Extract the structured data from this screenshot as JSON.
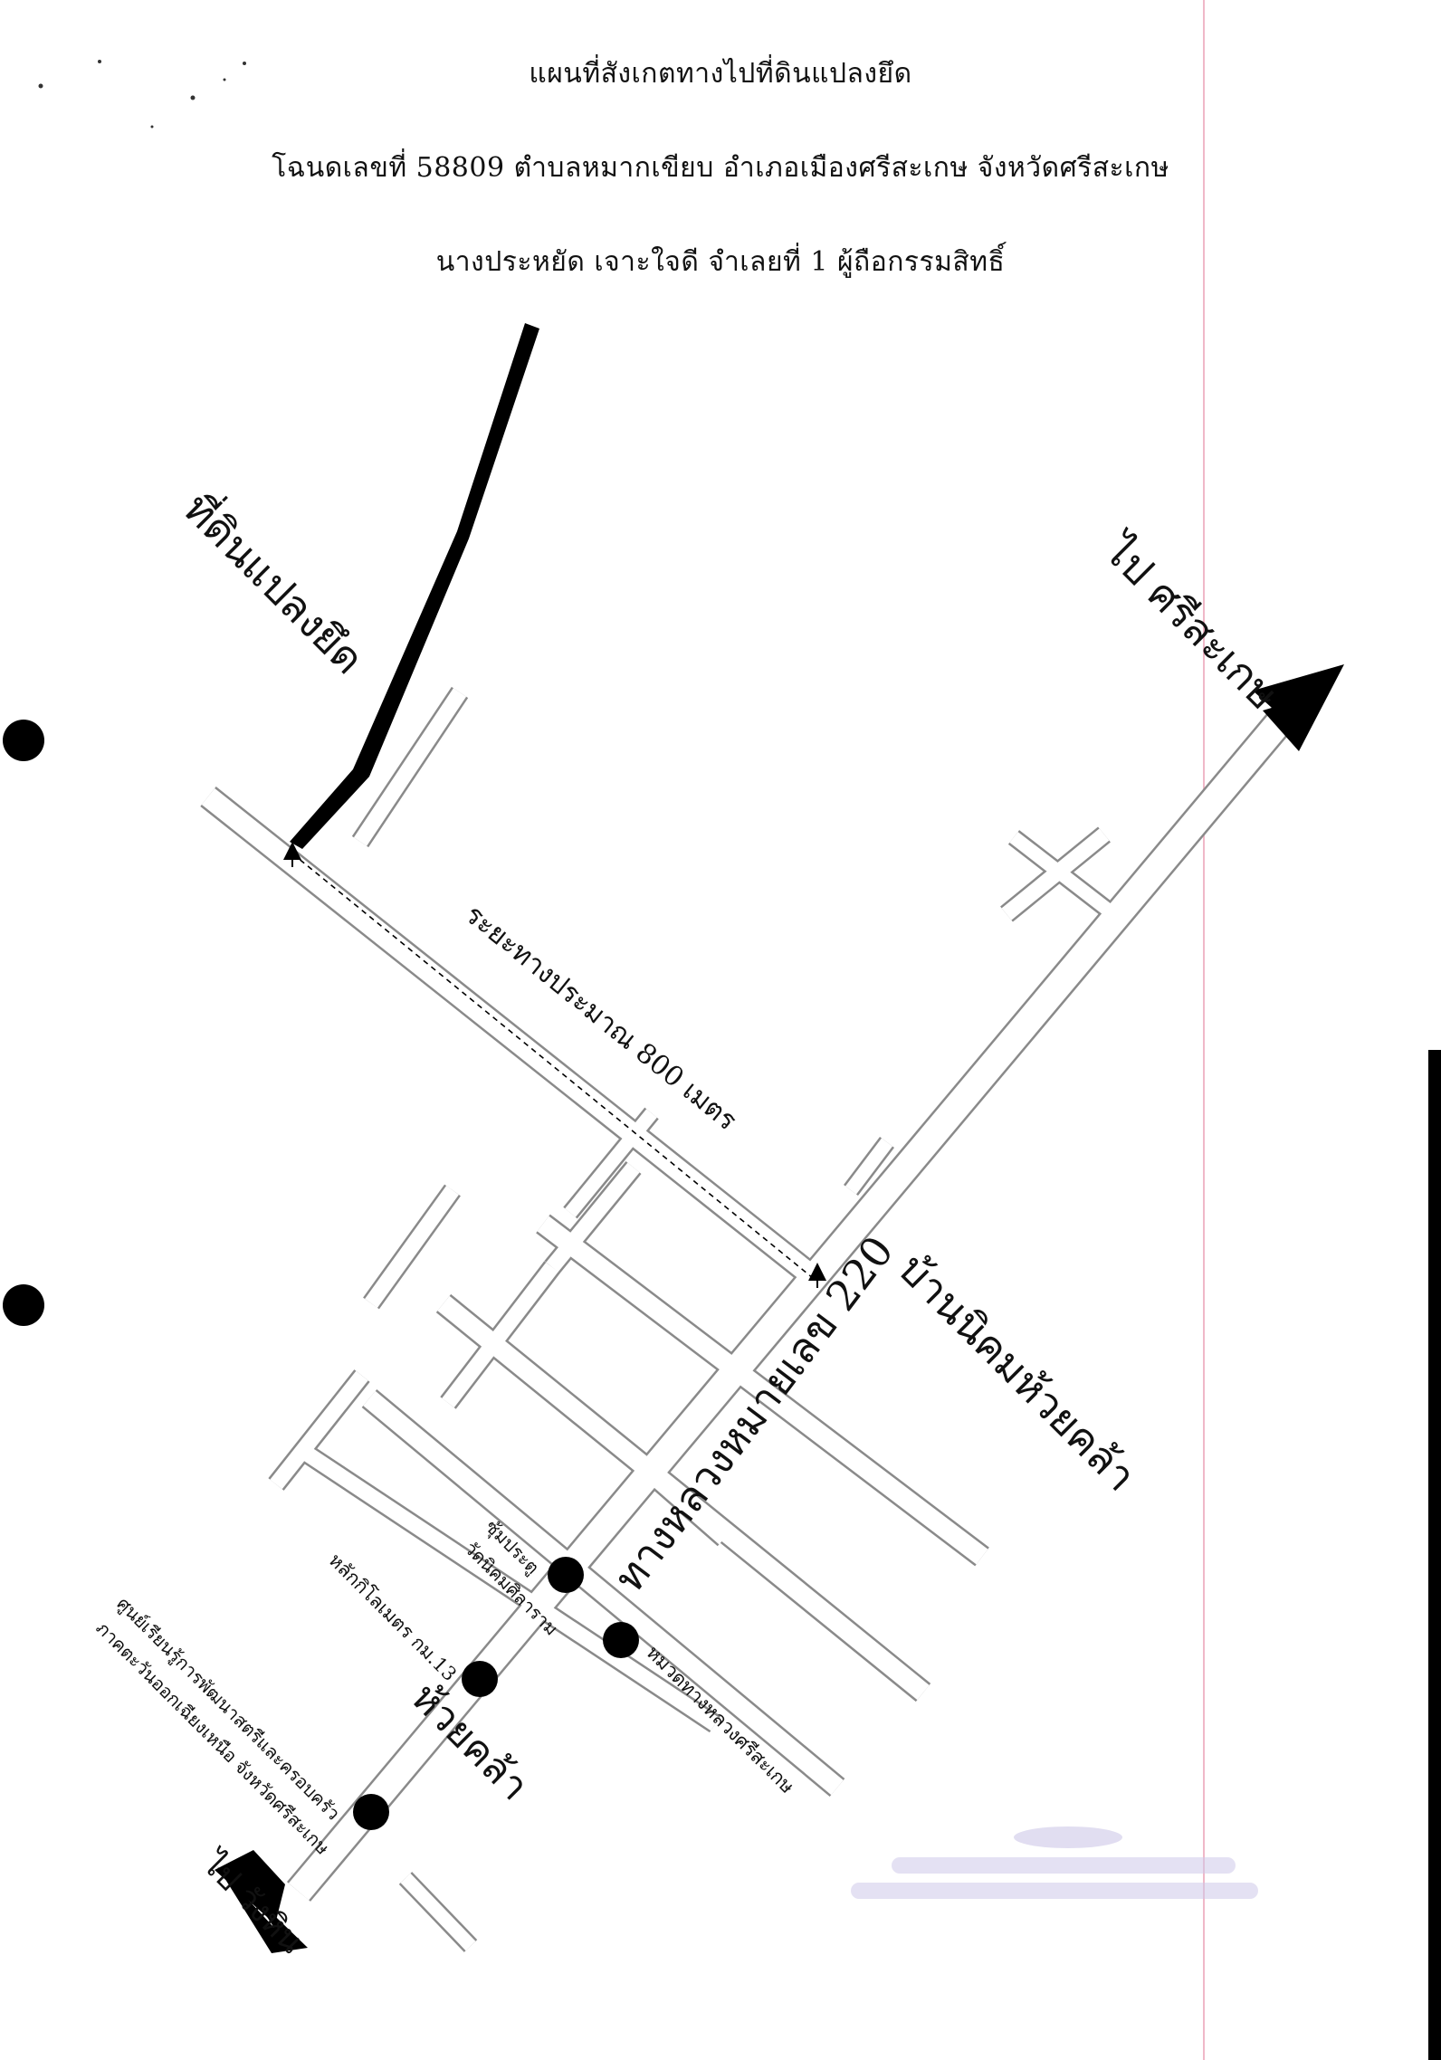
{
  "header": {
    "title": "แผนที่สังเกตทางไปที่ดินแปลงยึด",
    "deed_line": "โฉนดเลขที่ 58809 ตำบลหมากเขียบ อำเภอเมืองศรีสะเกษ จังหวัดศรีสะเกษ",
    "owner_line": "นางประหยัด เจาะใจดี จำเลยที่ 1 ผู้ถือกรรมสิทธิ์"
  },
  "map": {
    "seized_land_label": "ที่ดินแปลงยึด",
    "to_sisaket_label": "ไป ศรีสะเกษ",
    "to_wanghin_label": "ไป วังหิน",
    "distance_label": "ระยะทางประมาณ 800 เมตร",
    "village_label": "บ้านนิคมห้วยคล้า",
    "highway_label": "ทางหลวงหมายเลข 220",
    "huai_khla_label": "ห้วยคล้า",
    "landmarks": {
      "temple_gate": [
        "ซุ้มประตู",
        "วัดนิคมศิลาราม"
      ],
      "km_post": "หลักกิโลเมตร กม.13",
      "highway_district": "หมวดทางหลวงศรีสะเกษ",
      "learning_center": [
        "ศูนย์เรียนรู้การพัฒนาสตรีและครอบครัว",
        "ภาคตะวันออกเฉียงเหนือ จังหวัดศรีสะเกษ"
      ]
    }
  },
  "colors": {
    "road_edge": "#8a8a8a",
    "road_fill": "#ffffff",
    "ink": "#000000",
    "stamp": "#b9b3da",
    "margin_line": "#f0b8c8"
  }
}
